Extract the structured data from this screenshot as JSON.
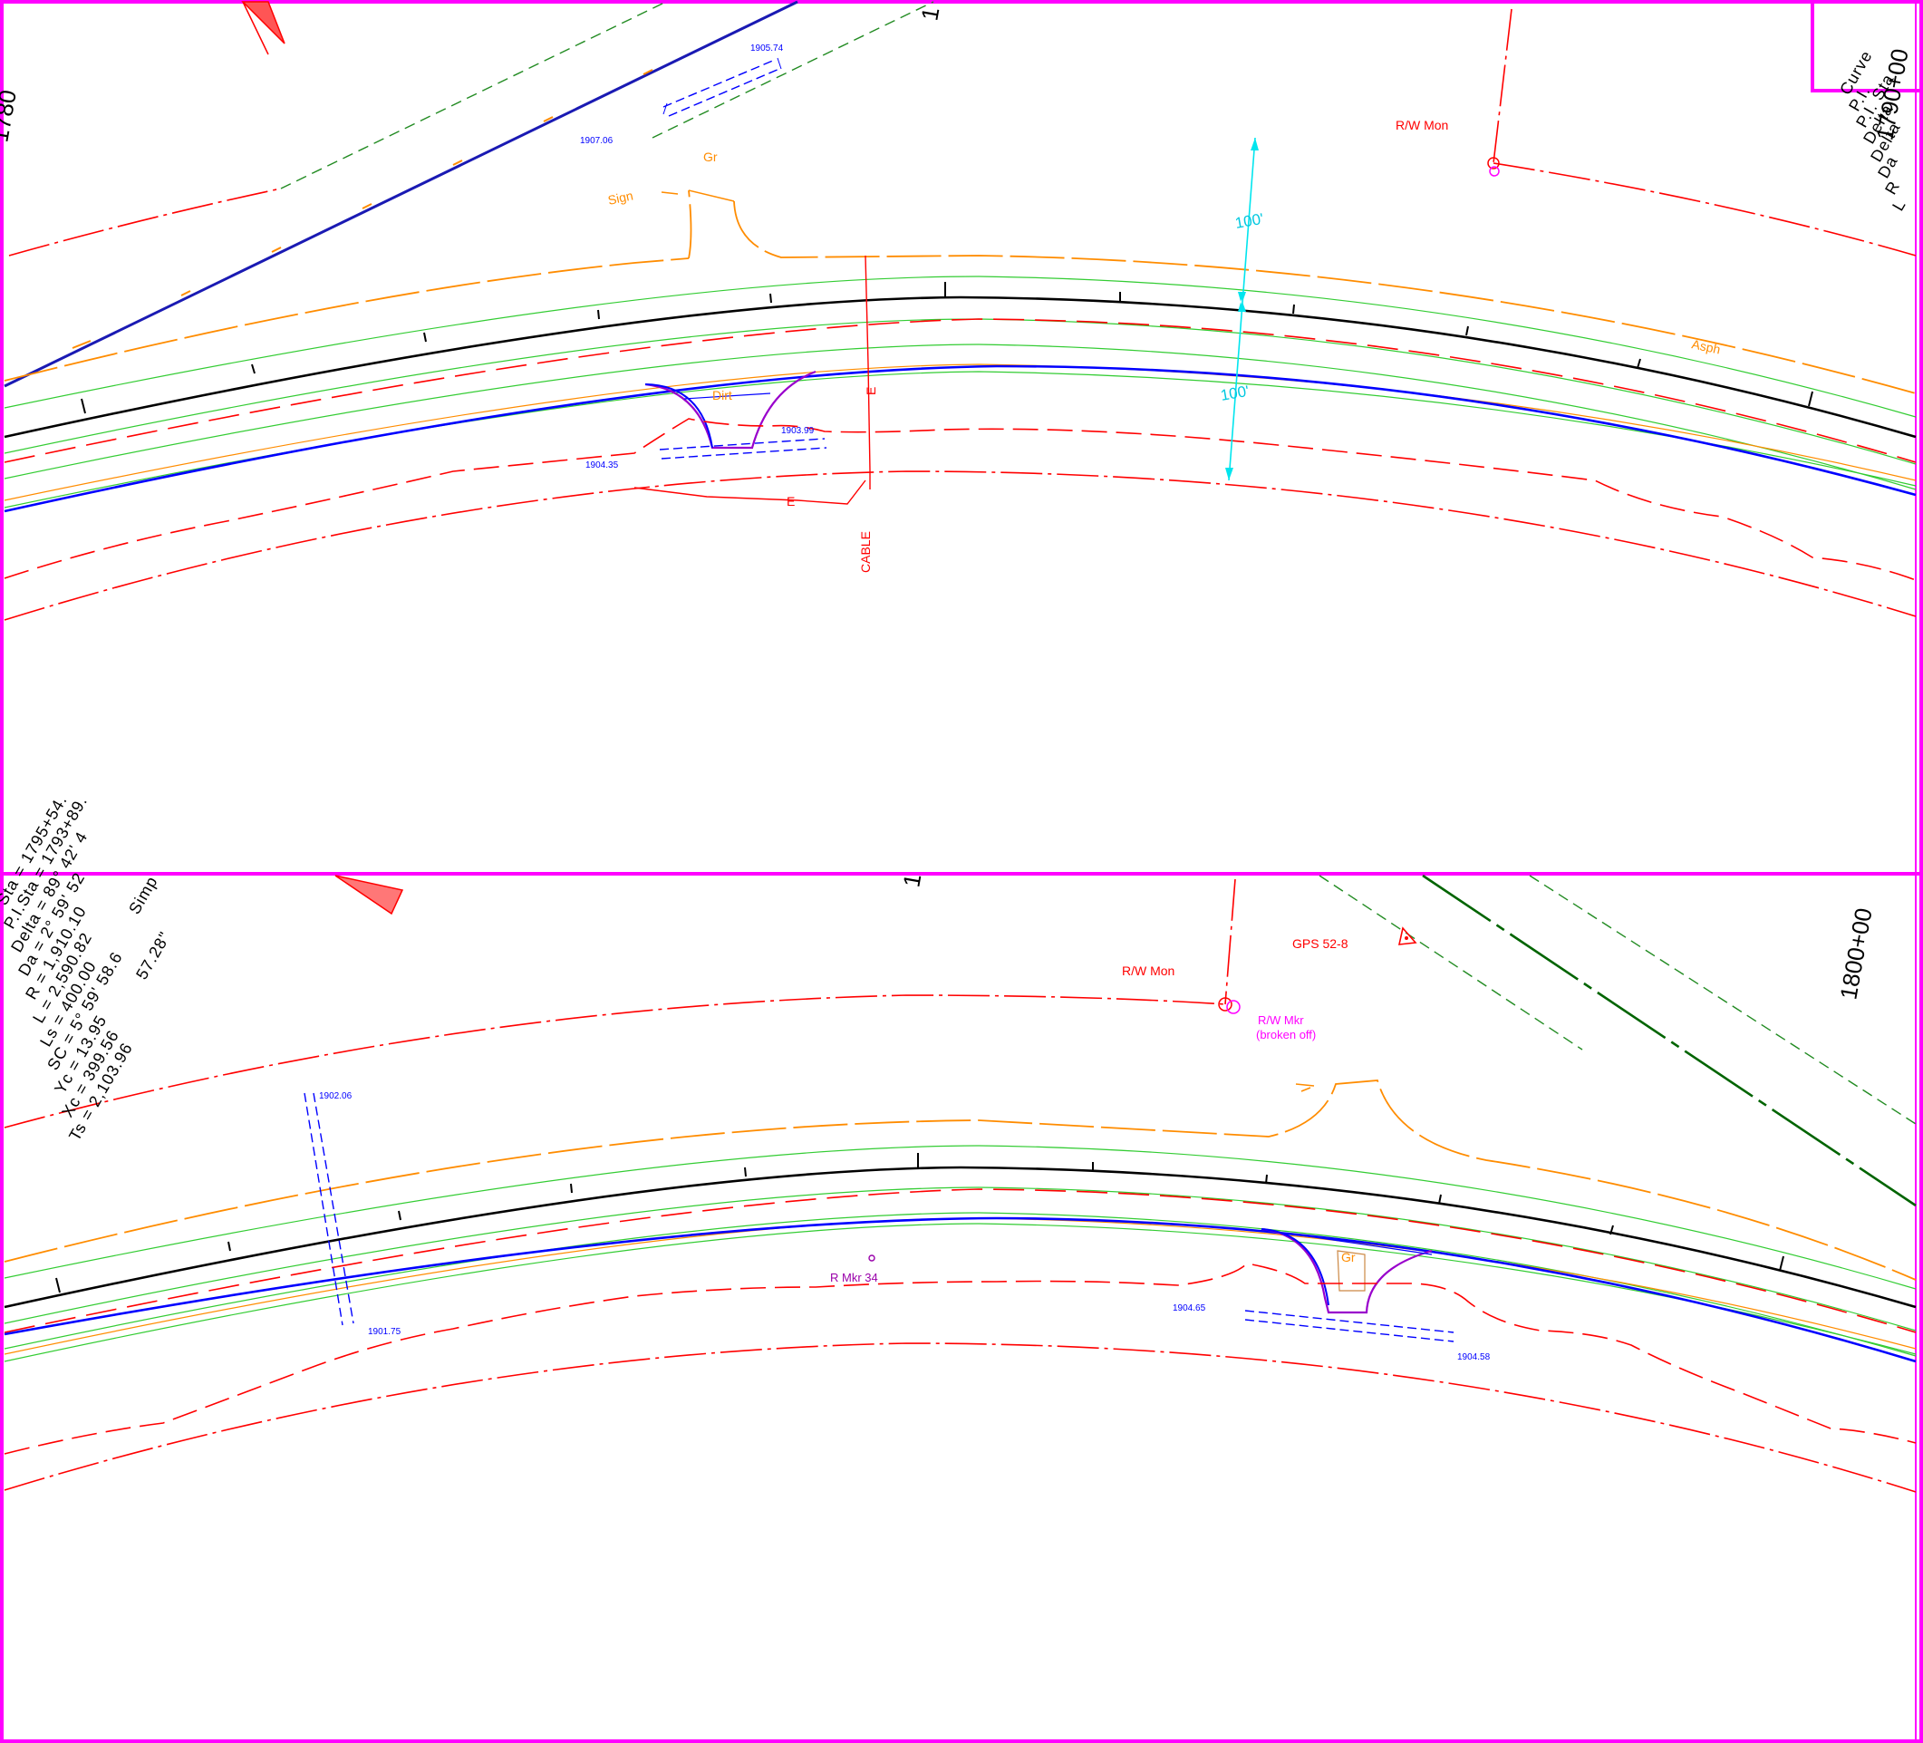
{
  "sheet": {
    "top_panel": {
      "labels": {
        "rw_mon": "R/W Mon",
        "elev_1905_74": "1905.74",
        "elev_1907_06": "1907.06",
        "gr": "Gr",
        "sign": "Sign",
        "dist_100_upper": "100'",
        "dist_100_lower": "100'",
        "asph": "Asph",
        "dirt": "Dirt",
        "e_upper": "E",
        "elev_1903_99": "1903.99",
        "elev_1904_35": "1904.35",
        "e_lower": "E",
        "cable": "CABLE"
      },
      "station_fragment_left": "1780",
      "station_fragment_top": "1",
      "station_right": "1790+00",
      "curve_fragment": [
        "Curve",
        "P.I.",
        "P.I. Sta",
        "Delta",
        "Delta",
        "Da",
        "R",
        "L"
      ]
    },
    "bottom_panel": {
      "labels": {
        "rw_mon": "R/W Mon",
        "gps": "GPS 52-8",
        "rw_mkr": "R/W Mkr",
        "rw_mkr_note": "(broken off)",
        "elev_1902_06": "1902.06",
        "elev_1901_75": "1901.75",
        "r_mkr": "R Mkr 34",
        "gr": "Gr",
        "elev_1904_65": "1904.65",
        "elev_1904_58": "1904.58"
      },
      "station_right": "1800+00",
      "station_fragment_top": "1",
      "curve_data": [
        "Sta = 1795+54.",
        "P.I.Sta = 1793+89.",
        "Delta = 89° 42' 4",
        "Da = 2° 59' 52",
        "R = 1,910.10",
        "L = 2,590.82",
        "Ls = 400.00",
        "SC = 5° 59' 58.6",
        "Yc = 13.95",
        "Xc = 399.56",
        "Ts = 2,103.96",
        "Simp",
        "57.28\""
      ]
    }
  }
}
